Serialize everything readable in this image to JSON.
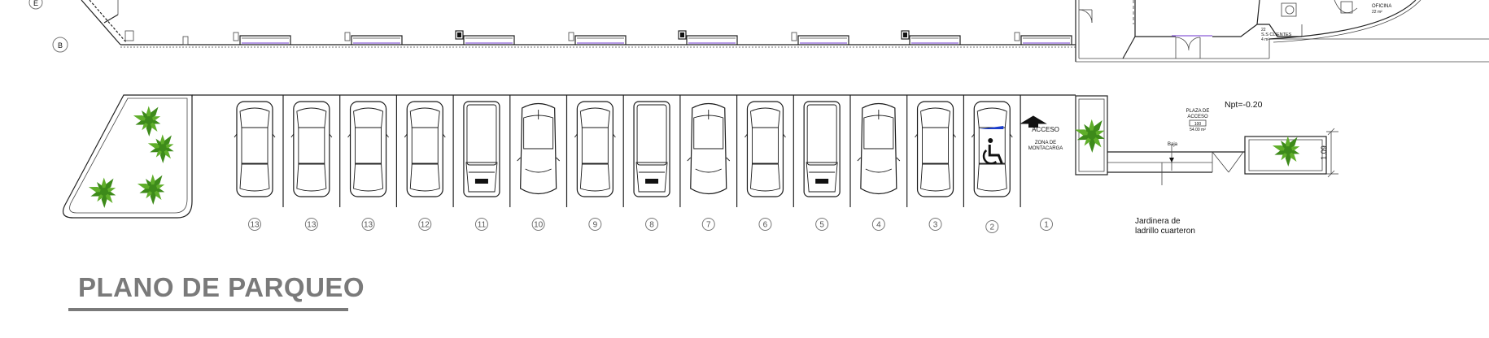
{
  "title": "PLANO DE PARQUEO",
  "npt_label": "Npt=-0.20",
  "access_label": "ACCESO",
  "lift_zone_label": [
    "ZONA DE",
    "MONTACARGA"
  ],
  "plaza": {
    "lines": [
      "PLAZA DE",
      "ACCESO"
    ],
    "code": "100",
    "area": "54.00 m²"
  },
  "baja_label": "Baja",
  "dimension_label": "1.09",
  "planter_note": [
    "Jardinera de",
    "ladrillo cuarteron"
  ],
  "grid_labels": [
    "E",
    "B"
  ],
  "office_label": [
    "OFICINA",
    "22 m²"
  ],
  "restroom_label": [
    "22",
    "S.S CLIENTES",
    "4 m²"
  ],
  "colors": {
    "line": "#222222",
    "glass": "#8a5cd6",
    "plant": "#5fae2a",
    "plant_dark": "#3d8a1a",
    "accessible": "#1a3ccc",
    "title": "#7a7a7a"
  },
  "parking": {
    "spaces": [
      {
        "number": "13",
        "car": "sedan"
      },
      {
        "number": "13",
        "car": "sedan"
      },
      {
        "number": "13",
        "car": "sedan"
      },
      {
        "number": "12",
        "car": "sedan"
      },
      {
        "number": "11",
        "car": "van"
      },
      {
        "number": "10",
        "car": "suv"
      },
      {
        "number": "9",
        "car": "sedan"
      },
      {
        "number": "8",
        "car": "van"
      },
      {
        "number": "7",
        "car": "suv"
      },
      {
        "number": "6",
        "car": "sedan"
      },
      {
        "number": "5",
        "car": "van"
      },
      {
        "number": "4",
        "car": "suv"
      },
      {
        "number": "3",
        "car": "sedan"
      },
      {
        "number": "2",
        "car": "accessible"
      }
    ],
    "access_space_number": "1"
  }
}
